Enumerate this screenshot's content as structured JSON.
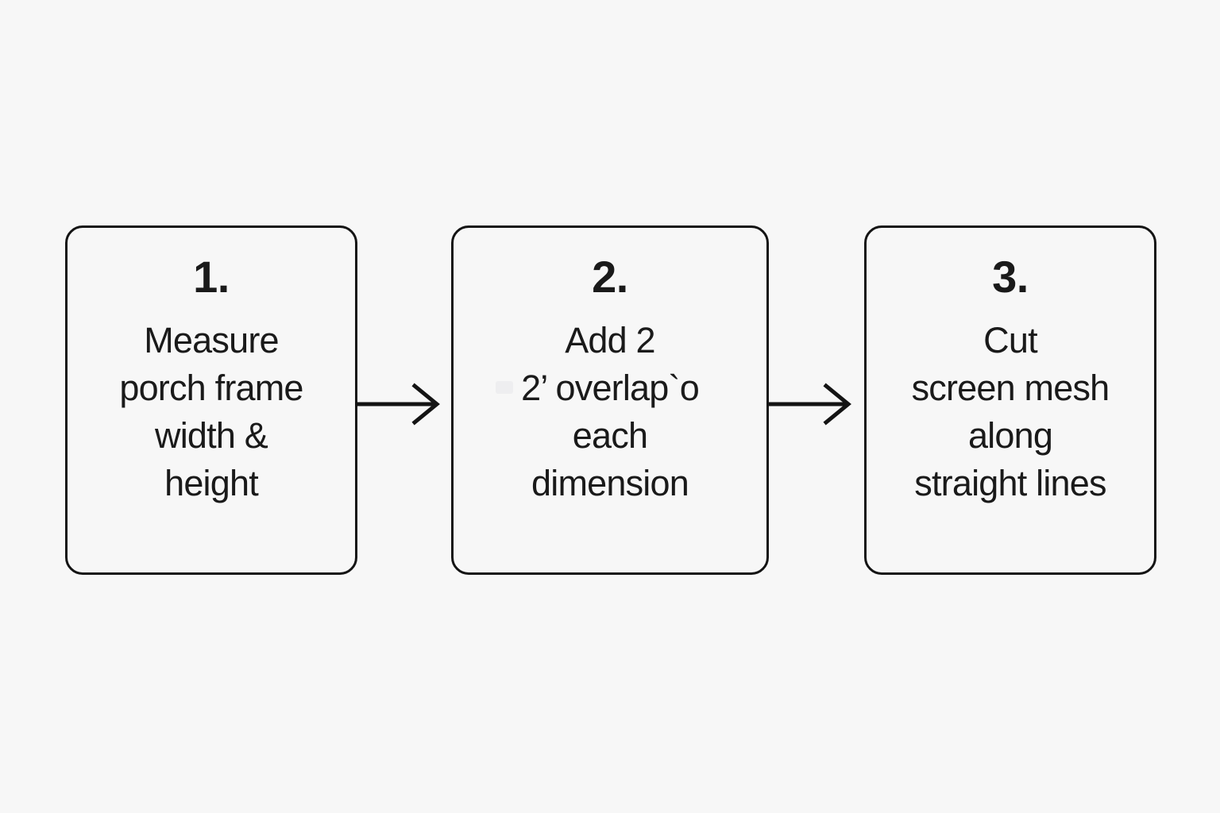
{
  "canvas": {
    "background_color": "#f7f7f7",
    "text_color": "#1a1a1a",
    "stroke_color": "#141414"
  },
  "diagram": {
    "type": "flowchart",
    "orientation": "horizontal",
    "steps": [
      {
        "number": "1.",
        "lines": [
          "Measure",
          "porch frame",
          "width &",
          "height"
        ]
      },
      {
        "number": "2.",
        "lines": [
          "Add 2",
          "2’ overlap`o",
          "each",
          "dimension"
        ]
      },
      {
        "number": "3.",
        "lines": [
          "Cut",
          "screen mesh",
          "along",
          "straight lines"
        ]
      }
    ],
    "connectors": [
      {
        "name": "arrow-step1-to-step2",
        "direction": "right"
      },
      {
        "name": "arrow-step2-to-step3",
        "direction": "right"
      }
    ]
  }
}
